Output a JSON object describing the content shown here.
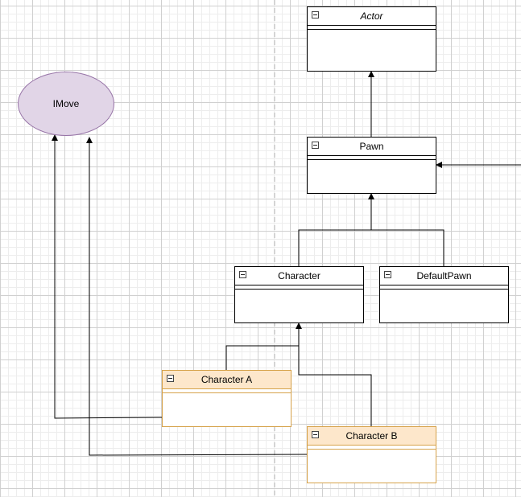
{
  "diagram": {
    "interface": {
      "label": "IMove"
    },
    "classes": {
      "actor": {
        "label": "Actor"
      },
      "pawn": {
        "label": "Pawn"
      },
      "character": {
        "label": "Character"
      },
      "default_pawn": {
        "label": "DefaultPawn"
      },
      "character_a": {
        "label": "Character A"
      },
      "character_b": {
        "label": "Character B"
      }
    }
  },
  "colors": {
    "interface_fill": "#e1d5e7",
    "interface_stroke": "#9673a6",
    "highlight_fill": "#fde7cb",
    "highlight_stroke": "#d6a24a"
  }
}
